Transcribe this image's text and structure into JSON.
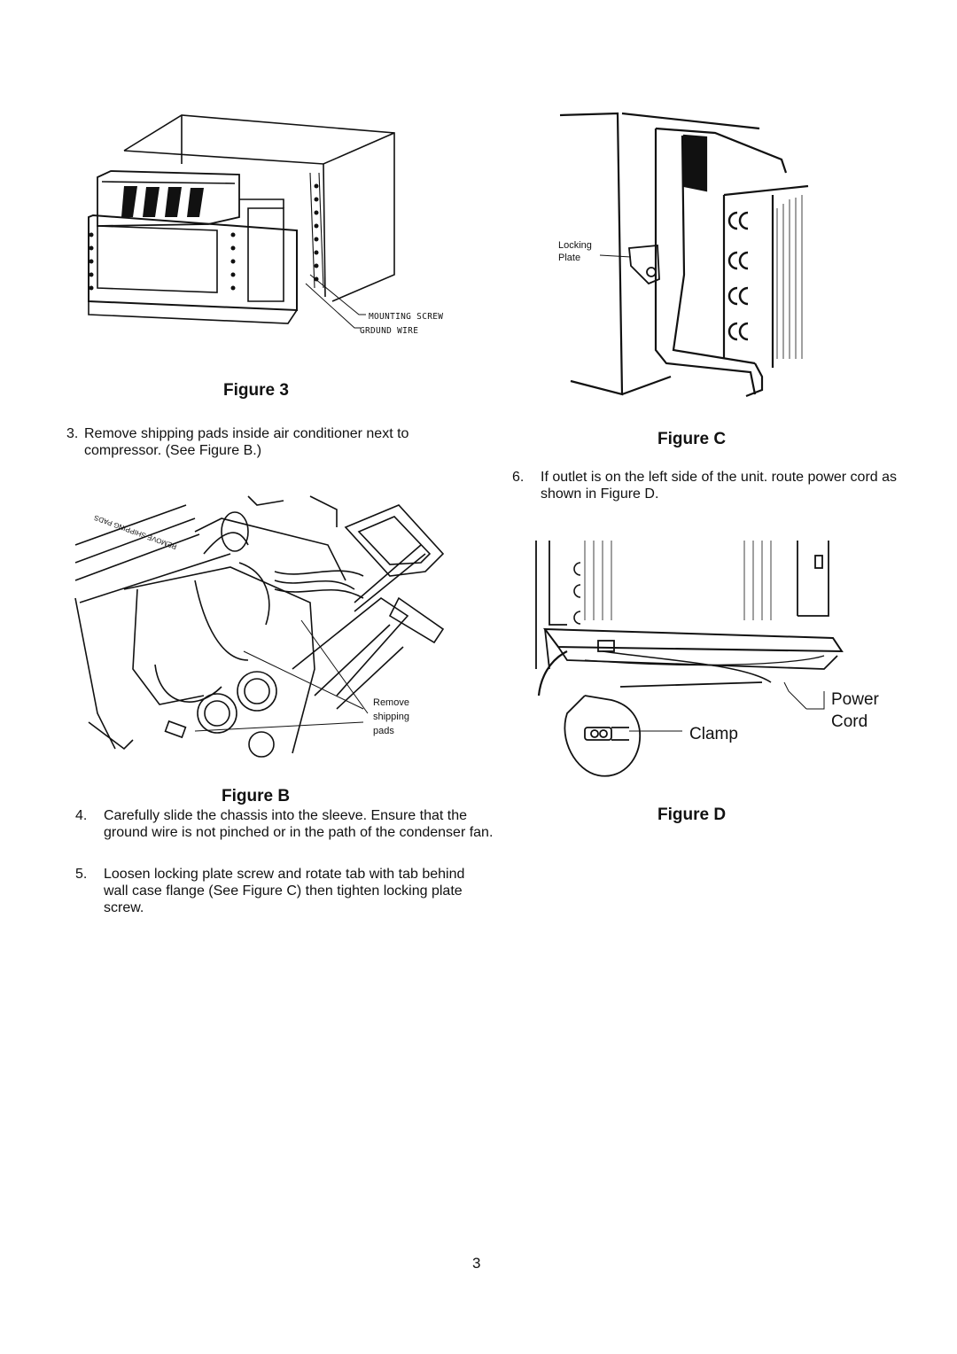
{
  "figure3": {
    "caption": "Figure 3",
    "callouts": [
      "MOUNTING SCREW",
      "GRDUND WIRE"
    ]
  },
  "figureC": {
    "caption": "Figure C",
    "callout": [
      "Locking",
      "Plate"
    ]
  },
  "figureB": {
    "caption": "Figure B",
    "callout": [
      "Remove",
      "shipping",
      "pads"
    ]
  },
  "figureD": {
    "caption": "Figure D",
    "labels": {
      "power": "Power",
      "cord": "Cord",
      "clamp": "Clamp"
    }
  },
  "steps": [
    {
      "num": "3.",
      "text": "Remove shipping pads inside air conditioner next to compressor. (See Figure B.)"
    },
    {
      "num": "4.",
      "text": "Carefully slide the chassis into the sleeve.  Ensure that the ground wire is not pinched or in the path of the condenser fan."
    },
    {
      "num": "5.",
      "text": "Loosen locking plate screw and rotate tab with tab behind wall case flange (See Figure C)  then tighten locking plate screw."
    },
    {
      "num": "6.",
      "text": "If outlet is on the left side of the unit. route power cord as shown in Figure D."
    }
  ],
  "page_number": "3"
}
